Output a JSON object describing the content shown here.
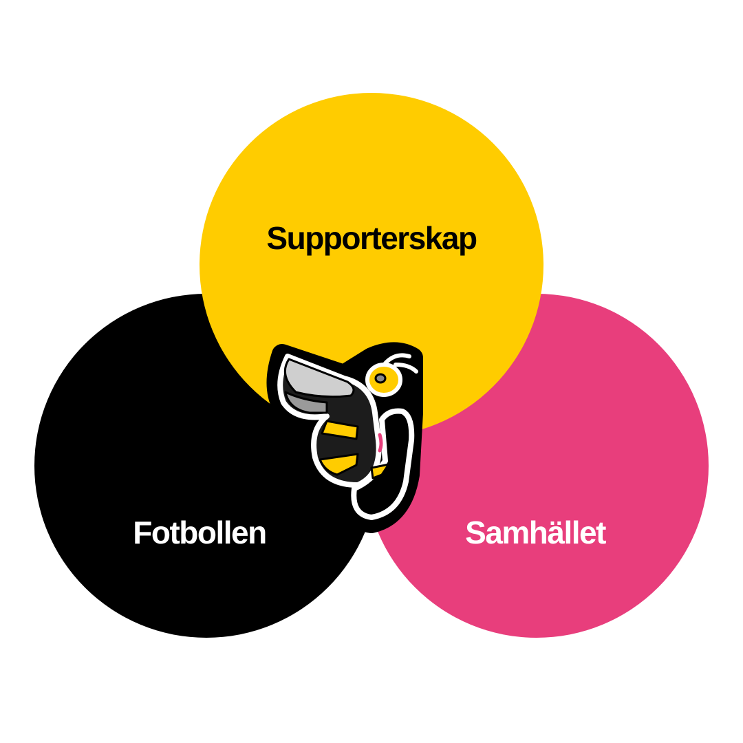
{
  "colors": {
    "yellow": "#FFCC00",
    "black": "#000000",
    "pink": "#E83E7C",
    "white": "#FFFFFF"
  },
  "circles": [
    {
      "id": "fotbollen",
      "label": "Fotbollen"
    },
    {
      "id": "samhallet",
      "label": "Samhället"
    },
    {
      "id": "supporterskap",
      "label": "Supporterskap"
    }
  ],
  "mascot": "bee-icon"
}
